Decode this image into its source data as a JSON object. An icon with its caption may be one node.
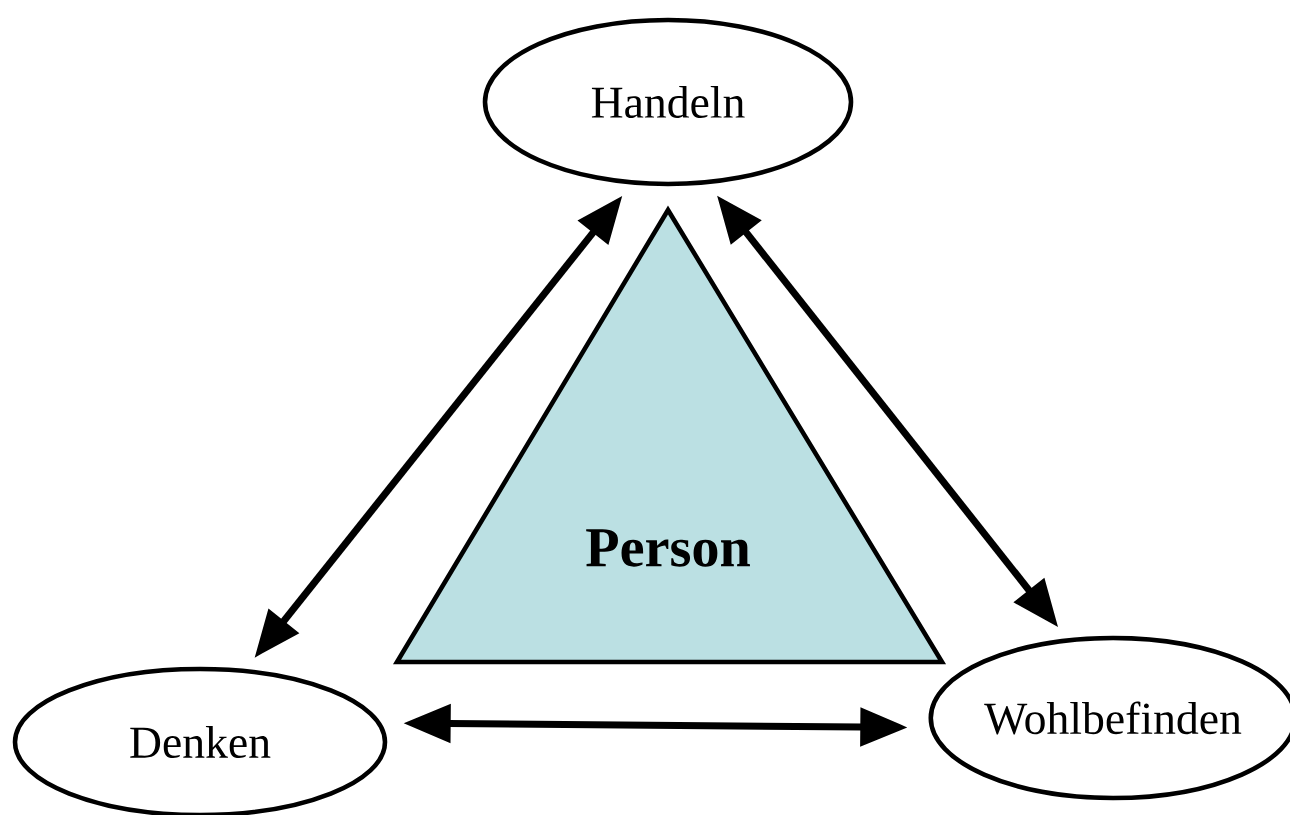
{
  "diagram": {
    "nodes": [
      {
        "text": [
          "Handeln"
        ]
      },
      {
        "text": [
          "Person"
        ]
      },
      {
        "text": [
          "Denken"
        ]
      },
      {
        "text": [
          "Wohlbefinden"
        ]
      }
    ],
    "edges": [
      {
        "from": 0,
        "to": 2,
        "arrow": "both"
      },
      {
        "from": 0,
        "to": 3,
        "arrow": "both"
      },
      {
        "from": 2,
        "to": 3,
        "arrow": "both"
      }
    ]
  }
}
